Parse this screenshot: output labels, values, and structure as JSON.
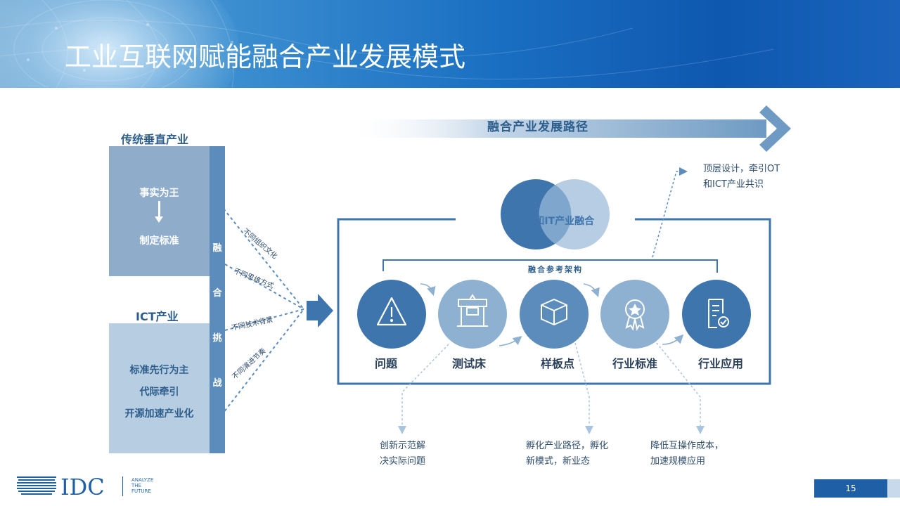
{
  "title": "工业互联网赋能融合产业发展模式",
  "left": {
    "traditional": {
      "heading": "传统垂直产业",
      "line1": "事实为王",
      "line2": "制定标准"
    },
    "ict": {
      "heading": "ICT产业",
      "lines": [
        "标准先行为主",
        "代际牵引",
        "开源加速产业化"
      ]
    },
    "challenge_chars": [
      "融",
      "合",
      "挑",
      "战"
    ]
  },
  "challenges": [
    "不同组织文化",
    "不同思维方式",
    "不同技术背景",
    "不同演进节奏"
  ],
  "path_title": "融合产业发展路径",
  "fusion_label": "OT和IT产业融合",
  "reference_label": "融合参考架构",
  "nodes": [
    {
      "label": "问题",
      "icon": "warning-icon"
    },
    {
      "label": "测试床",
      "icon": "testbed-icon"
    },
    {
      "label": "样板点",
      "icon": "box-icon"
    },
    {
      "label": "行业标准",
      "icon": "award-icon"
    },
    {
      "label": "行业应用",
      "icon": "document-check-icon"
    }
  ],
  "notes": {
    "top_right": [
      "顶层设计，牵引OT",
      "和ICT产业共识"
    ],
    "bottom1": [
      "创新示范解",
      "决实际问题"
    ],
    "bottom2": [
      "孵化产业路径，孵化",
      "新模式，新业态"
    ],
    "bottom3": [
      "降低互操作成本，",
      "加速规模应用"
    ]
  },
  "footer": {
    "logo": "IDC",
    "tagline": [
      "ANALYZE",
      "THE",
      "FUTURE"
    ],
    "page_number": "15"
  },
  "colors": {
    "dark_blue": "#3f75ad",
    "mid_blue": "#5b8cbc",
    "light_blue": "#8fb1d1",
    "header_blue": "#1a6fc2"
  }
}
